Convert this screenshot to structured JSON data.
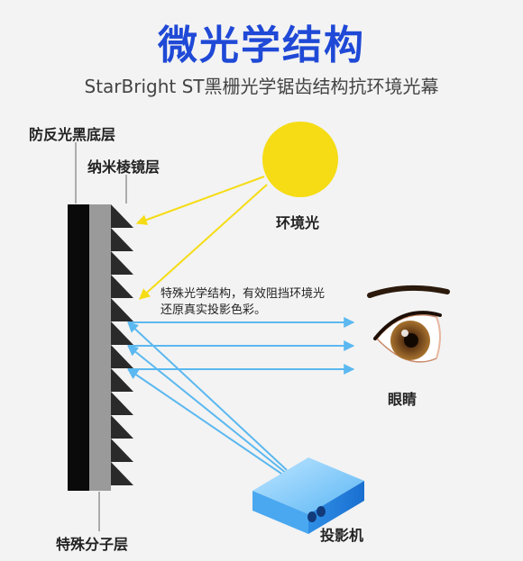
{
  "header": {
    "title": "微光学结构",
    "subtitle": "StarBright ST黑栅光学锯齿结构抗环境光幕"
  },
  "labels": {
    "black_layer": "防反光黑底层",
    "prism_layer": "纳米棱镜层",
    "sun": "环境光",
    "eye": "眼睛",
    "projector": "投影机",
    "special_layer": "特殊分子层"
  },
  "note": {
    "line1": "特殊光学结构，有效阻挡环境光",
    "line2": "还原真实投影色彩。"
  },
  "colors": {
    "title": "#1f49d6",
    "sun": "#f5dc14",
    "ambient_ray": "#f5dc14",
    "projection_ray": "#5bb8f0",
    "black_layer": "#0a0a0a",
    "gray_layer": "#9a9a9a",
    "prism": "#2a2a2a",
    "projector": "#4aa8f0"
  },
  "icons": [
    "sun-icon",
    "eye-icon",
    "projector-icon"
  ]
}
